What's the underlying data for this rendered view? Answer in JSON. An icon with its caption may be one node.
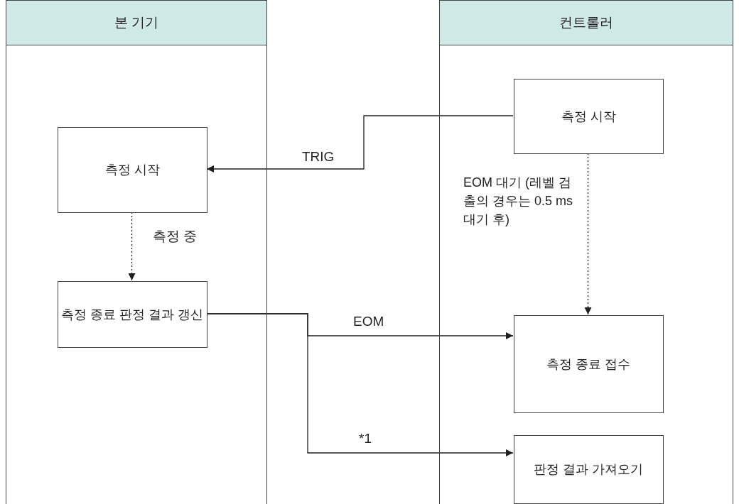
{
  "diagram": {
    "nodes": [
      {
        "text": [
          "본 기기"
        ]
      },
      {
        "text": [
          "컨트롤러"
        ]
      },
      {
        "text": [
          "측정 시작"
        ],
        "in": 0
      },
      {
        "text": [
          "측정 종료 판정 결과 갱신"
        ],
        "in": 0
      },
      {
        "text": [
          "측정 시작"
        ],
        "in": 1
      },
      {
        "text": [
          "측정 종료 접수"
        ],
        "in": 1
      },
      {
        "text": [
          "판정 결과 가져오기"
        ],
        "in": 1
      }
    ],
    "edges": [
      {
        "from": 4,
        "to": 2,
        "arrow": "to",
        "label": "TRIG"
      },
      {
        "from": 2,
        "to": 3,
        "arrow": "to",
        "label": "측정 중",
        "style": "dashed"
      },
      {
        "from": 4,
        "to": 5,
        "arrow": "to",
        "label": "EOM 대기 (레벨 검출의 경우는 0.5 ms 대기 후)",
        "style": "dashed"
      },
      {
        "from": 3,
        "to": 5,
        "arrow": "to",
        "label": "EOM"
      },
      {
        "from": 3,
        "to": 6,
        "arrow": "to",
        "label": "*1"
      }
    ]
  }
}
